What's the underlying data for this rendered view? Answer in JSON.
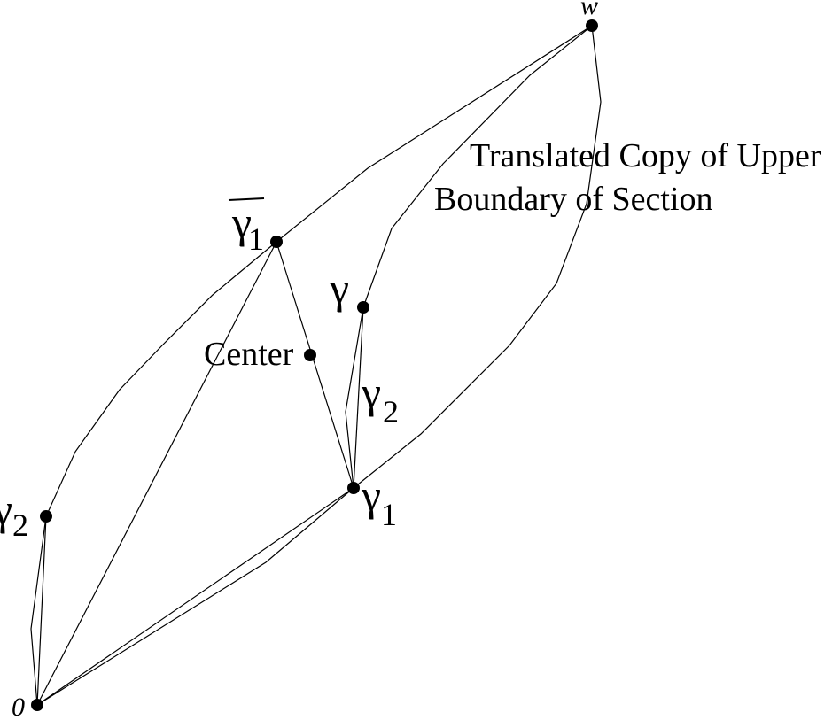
{
  "diagram": {
    "points": {
      "origin": {
        "label": "0"
      },
      "w": {
        "label": "w"
      },
      "gamma_bar_1": {
        "glyph": "γ",
        "subscript": "1"
      },
      "gamma": {
        "glyph": "γ"
      },
      "center": {
        "label": "Center"
      },
      "gamma_1": {
        "glyph": "γ",
        "subscript": "1"
      },
      "gamma_2_left": {
        "glyph": "γ",
        "subscript": "2"
      },
      "gamma_2_mid": {
        "glyph": "γ",
        "subscript": "2"
      }
    },
    "annotation": {
      "line1": "Translated Copy of Upper",
      "line2": "Boundary of Section"
    }
  }
}
